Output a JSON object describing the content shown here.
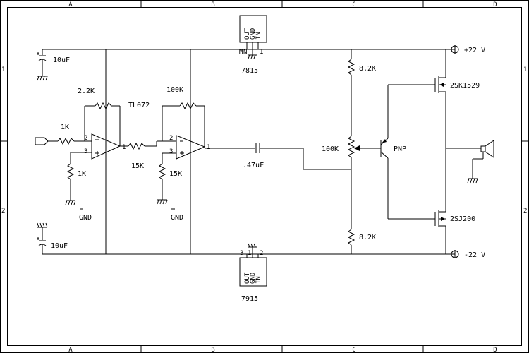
{
  "border": {
    "columns": [
      "A",
      "B",
      "C",
      "D"
    ],
    "rows": [
      "1",
      "2"
    ]
  },
  "labels": {
    "c_top": "10uF",
    "c_bot": "10uF",
    "r_in": "1K",
    "r_fb1": "2.2K",
    "r_gnd1": "1K",
    "gnd1": "GND",
    "opamp_name": "TL072",
    "r_fb2": "100K",
    "r_mid": "15K",
    "r_gnd2": "15K",
    "gnd2": "GND",
    "pin1a": "1",
    "pin2a": "2",
    "pin3a": "3",
    "pin1b": "1",
    "pin2b": "2",
    "pin3b": "3",
    "c_couple": ".47uF",
    "pot": "100K",
    "r_top": "8.2K",
    "r_bot": "8.2K",
    "transistor": "PNP",
    "mosfet_top": "2SK1529",
    "mosfet_bot": "2SJ200",
    "vpos": "+22 V",
    "vneg": "-22 V",
    "reg_top": "7815",
    "reg_bot": "7915",
    "reg_top_pins": [
      "OUT",
      "GND",
      "IN"
    ],
    "reg_bot_pins": [
      "OUT",
      "GND",
      "IN"
    ],
    "reg_top_pin_nums": [
      "M",
      "N",
      "1"
    ],
    "reg_bot_pin_nums": [
      "3",
      "1",
      "2"
    ]
  }
}
